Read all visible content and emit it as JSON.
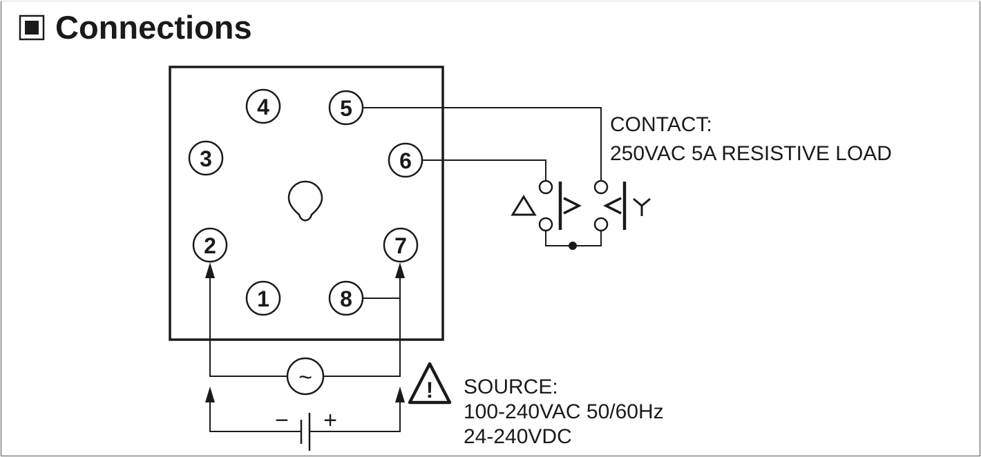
{
  "title": "Connections",
  "pins": [
    "1",
    "2",
    "3",
    "4",
    "5",
    "6",
    "7",
    "8"
  ],
  "contact": {
    "label": "CONTACT:",
    "rating": "250VAC 5A RESISTIVE LOAD"
  },
  "source": {
    "label": "SOURCE:",
    "ac": "100-240VAC 50/60Hz",
    "dc": "24-240VDC",
    "ac_symbol": "~",
    "minus": "−",
    "plus": "+",
    "warning_mark": "!"
  },
  "icons": [
    "filled-square-icon",
    "warning-triangle-icon",
    "ac-source-icon",
    "dc-battery-icon",
    "relay-contact-icon",
    "socket-key-icon"
  ],
  "colors": {
    "line": "#1a1a1a",
    "background": "#ffffff"
  }
}
